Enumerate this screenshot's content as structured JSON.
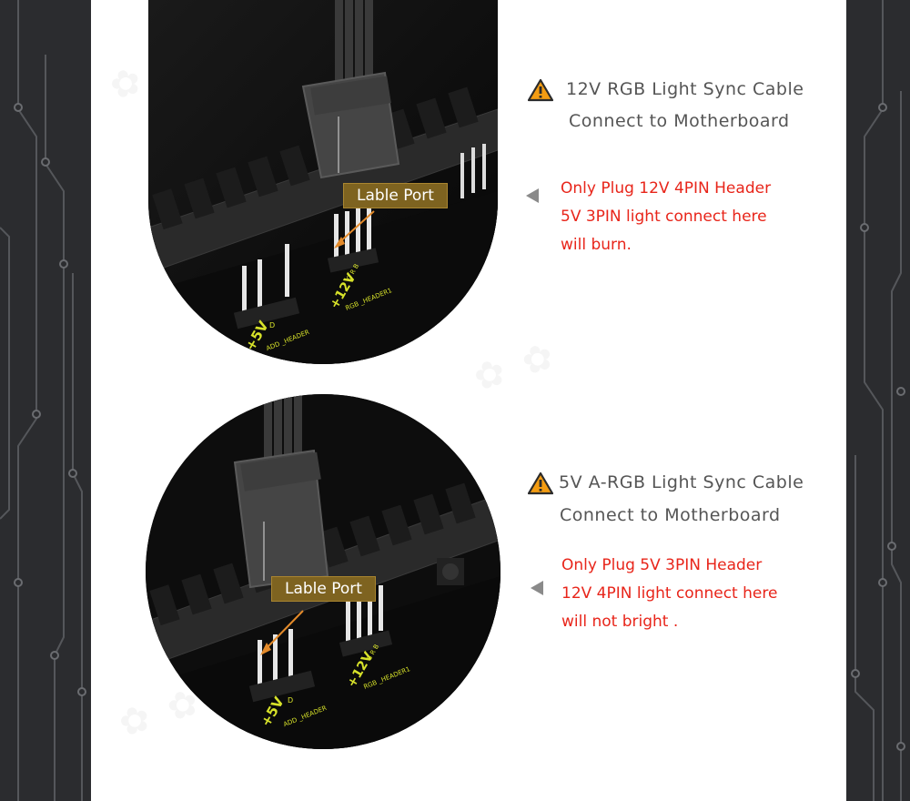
{
  "section1": {
    "title_line1": "12V RGB Light Sync Cable",
    "title_line2": "Connect to Motherboard",
    "label_port": "Lable Port",
    "note_line1": "Only Plug 12V 4PIN Header",
    "note_line2": "5V 3PIN light connect here",
    "note_line3": "will burn.",
    "board_text_12v": "+12V",
    "board_text_12v_pins": "G R B",
    "board_text_rgb": "RGB _HEADER1",
    "board_text_5v": "+5V",
    "board_text_5v_d": "D",
    "board_text_addr": "ADD _HEADER"
  },
  "section2": {
    "title_line1": "5V A-RGB Light Sync Cable",
    "title_line2": "Connect to Motherboard",
    "label_port": "Lable Port",
    "note_line1": "Only Plug 5V 3PIN Header",
    "note_line2": "12V 4PIN light connect here",
    "note_line3": "will not bright .",
    "board_text_12v": "+12V",
    "board_text_12v_pins": "G R B",
    "board_text_rgb": "RGB _HEADER1",
    "board_text_5v": "+5V",
    "board_text_5v_d": "D",
    "board_text_addr": "ADD _HEADER"
  },
  "icons": {
    "warning": "warning-triangle-icon",
    "pointer": "left-pointer-icon"
  },
  "colors": {
    "note_red": "#e8251a",
    "label_gold": "#7e6320",
    "board_yellow": "#d7e22a",
    "warning_orange": "#f39c12"
  }
}
